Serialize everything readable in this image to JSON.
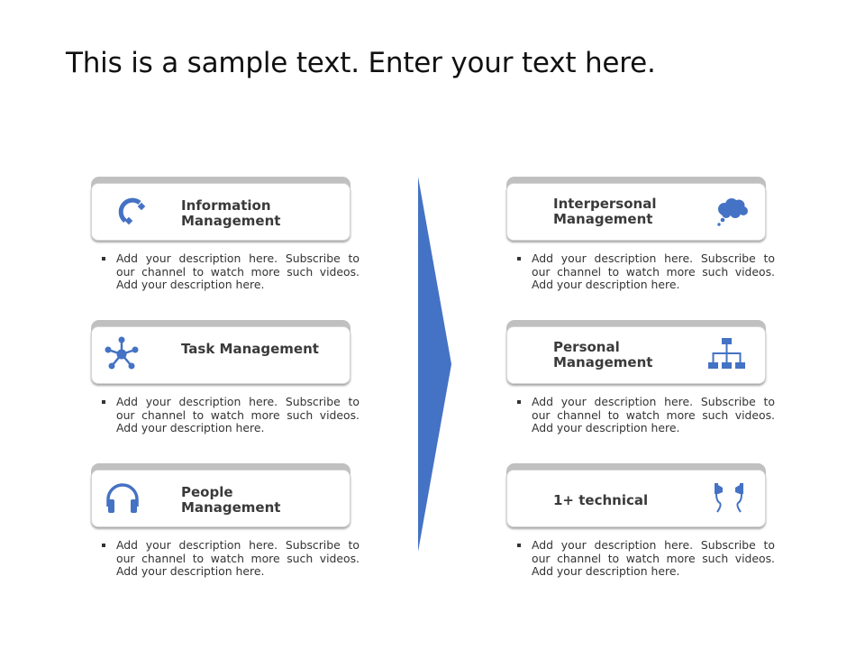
{
  "title": "This is a sample text. Enter your text here.",
  "colors": {
    "accent": "#4472c4",
    "tab_gray": "#c0c0c0",
    "text": "#3a3a3a"
  },
  "left_column": [
    {
      "label": "Information Management",
      "label_lines": [
        "Information",
        "Management"
      ],
      "icon": "magnet-icon",
      "description": "Add your description here. Subscribe to our channel to watch more such videos. Add your description here."
    },
    {
      "label": "Task Management",
      "label_lines": [
        "Task Management"
      ],
      "icon": "network-hub-icon",
      "description": "Add your description here. Subscribe to our channel to watch more such videos. Add your description here."
    },
    {
      "label": "People Management",
      "label_lines": [
        "People",
        "Management"
      ],
      "icon": "headphones-icon",
      "description": "Add your description here. Subscribe to our channel to watch more such videos. Add your description here."
    }
  ],
  "right_column": [
    {
      "label": "Interpersonal Management",
      "label_lines": [
        "Interpersonal",
        "Management"
      ],
      "icon": "thought-cloud-icon",
      "description": "Add your description here. Subscribe to our channel to watch more such videos. Add your description here."
    },
    {
      "label": "Personal Management",
      "label_lines": [
        "Personal",
        "Management"
      ],
      "icon": "org-chart-icon",
      "description": "Add your description here. Subscribe to our channel to watch more such videos. Add your description here."
    },
    {
      "label": "1+ technical",
      "label_lines": [
        "1+ technical"
      ],
      "icon": "earphones-icon",
      "description": "Add your description here. Subscribe to our channel to watch more such videos. Add your description here."
    }
  ]
}
